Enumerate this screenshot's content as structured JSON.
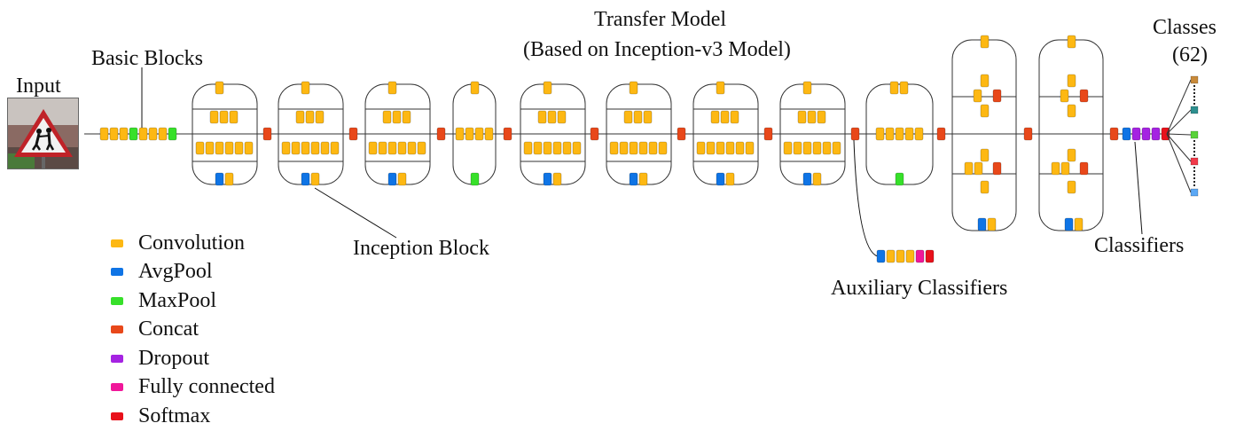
{
  "labels": {
    "input": "Input",
    "basic_blocks": "Basic Blocks",
    "title_line1": "Transfer  Model",
    "title_line2": "(Based on Inception-v3 Model)",
    "classes_line1": "Classes",
    "classes_line2": "(62)",
    "inception_block": "Inception Block",
    "auxiliary_classifiers": "Auxiliary Classifiers",
    "classifiers": "Classifiers"
  },
  "legend": [
    {
      "label": "Convolution",
      "color": "#FDB813"
    },
    {
      "label": "AvgPool",
      "color": "#0F74E5"
    },
    {
      "label": "MaxPool",
      "color": "#37E02A"
    },
    {
      "label": "Concat",
      "color": "#E8481A"
    },
    {
      "label": "Dropout",
      "color": "#A523E2"
    },
    {
      "label": "Fully connected",
      "color": "#F0179A"
    },
    {
      "label": "Softmax",
      "color": "#E8111B"
    }
  ],
  "input_image": {
    "icon": "children-crossing-warning-sign-icon"
  },
  "layer_colors": {
    "conv": "#FDB813",
    "avgpool": "#0F74E5",
    "maxpool": "#37E02A",
    "concat": "#E8481A",
    "dropout": "#A523E2",
    "fc": "#F0179A",
    "softmax": "#E8111B"
  },
  "class_output_colors": [
    "#C98A3A",
    "#2E8F8F",
    "#59D23A",
    "#F03A4A",
    "#5BA8F5"
  ]
}
